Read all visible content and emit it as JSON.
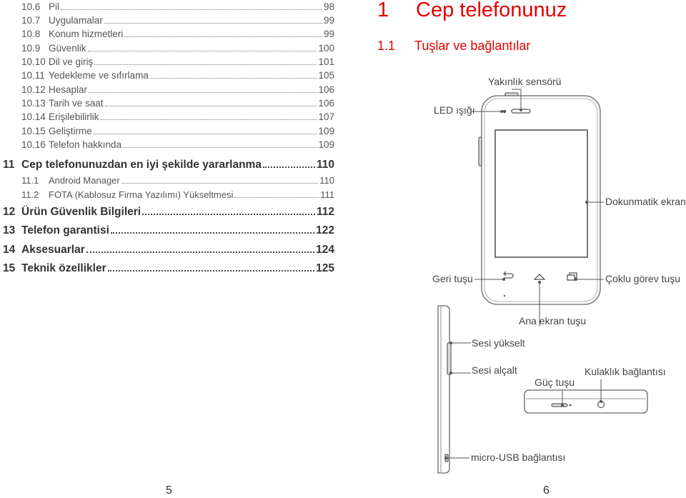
{
  "toc": {
    "sub_top": [
      {
        "num": "10.6",
        "title": "Pil",
        "page": "98"
      },
      {
        "num": "10.7",
        "title": "Uygulamalar",
        "page": "99"
      },
      {
        "num": "10.8",
        "title": "Konum hizmetleri",
        "page": "99"
      },
      {
        "num": "10.9",
        "title": "Güvenlik",
        "page": "100"
      },
      {
        "num": "10.10",
        "title": "Dil ve giriş",
        "page": "101"
      },
      {
        "num": "10.11",
        "title": "Yedekleme ve sıfırlama",
        "page": "105"
      },
      {
        "num": "10.12",
        "title": "Hesaplar",
        "page": "106"
      },
      {
        "num": "10.13",
        "title": "Tarih ve saat",
        "page": "106"
      },
      {
        "num": "10.14",
        "title": "Erişilebilirlik",
        "page": "107"
      },
      {
        "num": "10.15",
        "title": "Geliştirme",
        "page": "109"
      },
      {
        "num": "10.16",
        "title": "Telefon hakkında",
        "page": "109"
      }
    ],
    "ch11": {
      "num": "11",
      "title": "Cep telefonunuzdan en iyi şekilde yararlanma",
      "page": "110"
    },
    "ch11_subs": [
      {
        "num": "11.1",
        "title": "Android Manager",
        "page": "110"
      },
      {
        "num": "11.2",
        "title": "FOTA (Kablosuz Firma Yazılımı) Yükseltmesi",
        "page": "111"
      }
    ],
    "chapters": [
      {
        "num": "12",
        "title": "Ürün Güvenlik Bilgileri",
        "page": "112"
      },
      {
        "num": "13",
        "title": "Telefon garantisi",
        "page": "122"
      },
      {
        "num": "14",
        "title": "Aksesuarlar",
        "page": "124"
      },
      {
        "num": "15",
        "title": "Teknik özellikler",
        "page": "125"
      }
    ]
  },
  "chapter": {
    "num": "1",
    "title": "Cep telefonunuz"
  },
  "section": {
    "num": "1.1",
    "title": "Tuşlar ve bağlantılar"
  },
  "labels": {
    "proximity": "Yakınlık sensörü",
    "led": "LED ışığı",
    "touchscreen": "Dokunmatik ekran",
    "back": "Geri tuşu",
    "multitask": "Çoklu görev tuşu",
    "home": "Ana ekran tuşu",
    "vol_up": "Sesi yükselt",
    "vol_down": "Sesi alçalt",
    "power": "Güç tuşu",
    "headset": "Kulaklık bağlantısı",
    "usb": "micro-USB bağlantısı"
  },
  "page_numbers": {
    "left": "5",
    "right": "6"
  },
  "colors": {
    "accent": "#e60000",
    "callout_line": "#555555",
    "phone_outline": "#666666"
  }
}
